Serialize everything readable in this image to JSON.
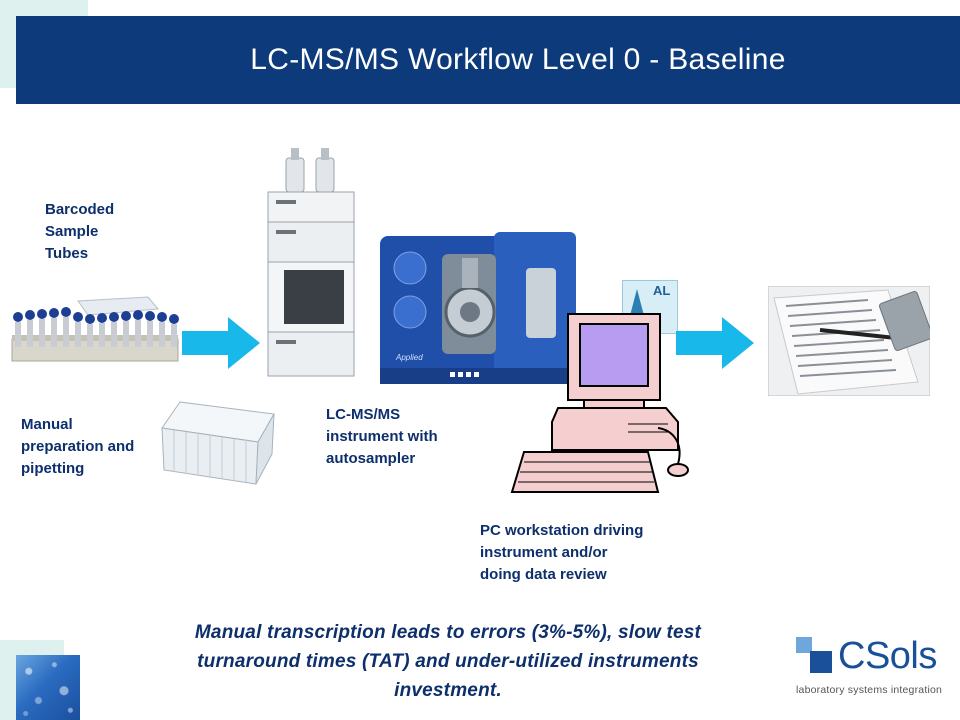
{
  "slide": {
    "title": "LC-MS/MS Workflow Level 0 - Baseline"
  },
  "labels": {
    "barcoded_line1": "Barcoded",
    "barcoded_line2": "Sample",
    "barcoded_line3": "Tubes",
    "manual_line1": "Manual",
    "manual_line2": "preparation and",
    "manual_line3": "pipetting",
    "lcms_line1": "LC-MS/MS",
    "lcms_line2": "instrument with",
    "lcms_line3": "autosampler",
    "pc_line1": "PC workstation driving",
    "pc_line2": "instrument and/or",
    "pc_line3": "doing data review"
  },
  "statement": {
    "line1": "Manual transcription leads to errors (3%-5%), slow test",
    "line2": "turnaround times (TAT) and under-utilized instruments",
    "line3": "investment."
  },
  "software_badge": "AL",
  "logo": {
    "name": "CSols",
    "tagline": "laboratory systems integration"
  },
  "colors": {
    "title_bar": "#0d3a7a",
    "arrow": "#19b8ea",
    "label_text": "#0d2f6b",
    "logo_blue": "#1a4f9a"
  },
  "icons": [
    "water-drops-image",
    "sample-tubes-image",
    "well-plate-image",
    "lc-stack-image",
    "mass-spectrometer-image",
    "pc-workstation-image",
    "software-badge-icon",
    "paper-report-image",
    "flow-arrow-icon"
  ]
}
